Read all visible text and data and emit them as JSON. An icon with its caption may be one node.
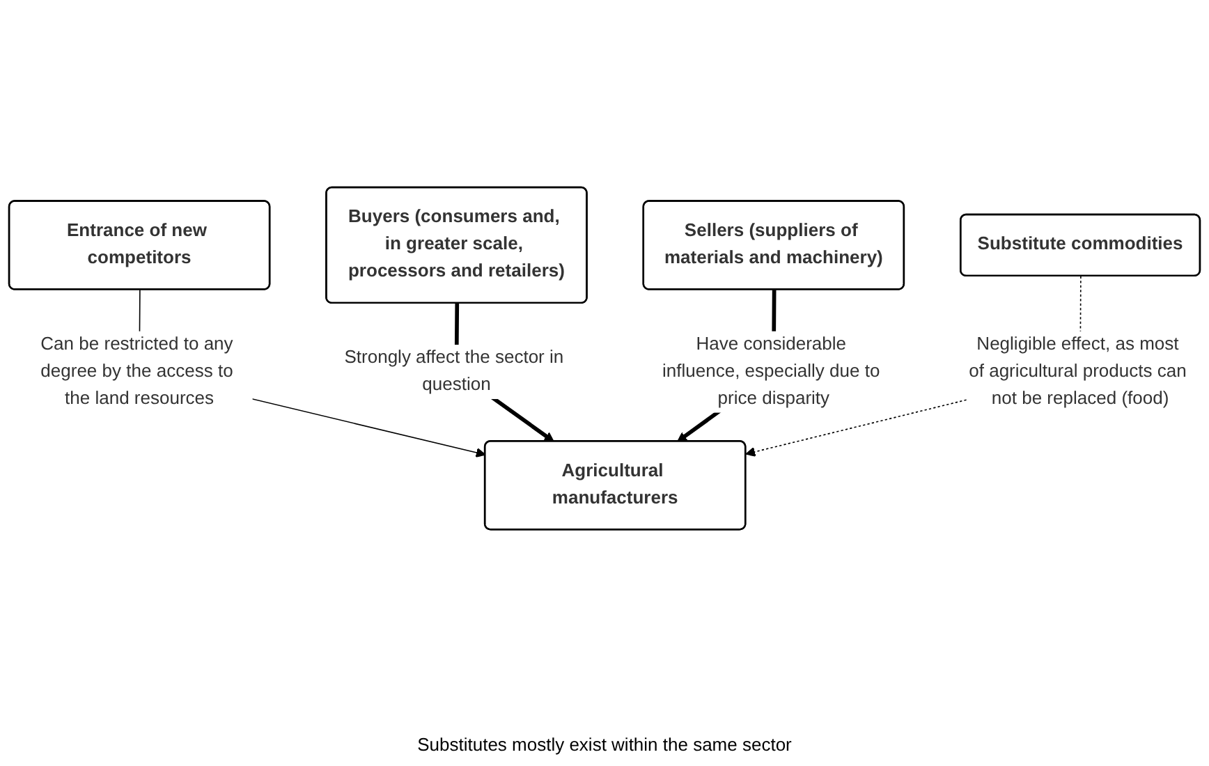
{
  "diagram": {
    "nodes": [
      {
        "text": [
          "Entrance of new competitors"
        ]
      },
      {
        "text": [
          "Agricultural manufacturers"
        ]
      },
      {
        "text": [
          "Buyers (consumers and, in greater scale, processors and retailers)"
        ]
      },
      {
        "text": [
          "Sellers (suppliers of materials and machinery)"
        ]
      },
      {
        "text": [
          "Substitute commodities"
        ]
      }
    ],
    "edges": [
      {
        "from": 0,
        "to": 1,
        "arrow": "to",
        "label": "Can be restricted to any degree by the access to the land resources"
      },
      {
        "from": 2,
        "to": 1,
        "arrow": "to",
        "style": "thick",
        "label": "Strongly affect the sector in question"
      },
      {
        "from": 3,
        "to": 1,
        "arrow": "to",
        "style": "thick",
        "label": "Have considerable influence, especially due to price disparity"
      },
      {
        "from": 4,
        "to": 1,
        "arrow": "to",
        "style": "dashed",
        "label": "Negligible effect, as most of agricultural products can not be replaced (food)"
      }
    ],
    "labels": [
      "Substitutes mostly exist within the same sector"
    ]
  }
}
